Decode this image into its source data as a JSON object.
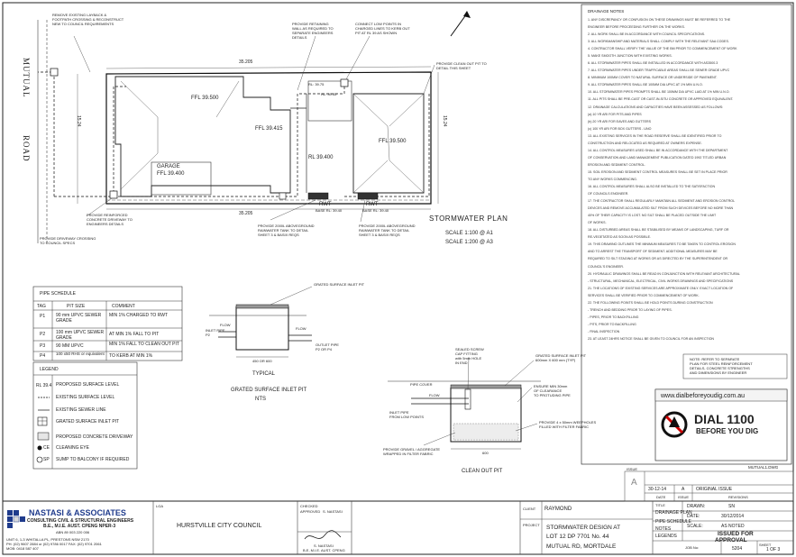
{
  "site": {
    "street_left": "MUTUAL",
    "street_left2": "ROAD",
    "boundary_top": "35.205",
    "boundary_bottom": "35.205",
    "side_left": "15.24",
    "side_right": "15.24",
    "ffl_main": "FFL 39.500",
    "ffl_mid": "FFL 39.415",
    "ffl_right": "FFL 39.500",
    "garage": "GARAGE",
    "ffl_garage": "FFL 39.400",
    "rl_center": "RL 39.400",
    "rwt_left": "RWT",
    "rwt_right": "RWT",
    "rwt_left_rl": "BASE RL: 39.40",
    "rwt_right_rl": "BASE RL: 39.40",
    "pit_tl": "RL: 39.75",
    "pit_tr": "RL: 39.45",
    "drainage": "STORMWATER PLAN",
    "scale_a1": "SCALE 1:100 @ A1",
    "scale_a3": "SCALE 1:200 @ A3"
  },
  "callouts": {
    "c1": "REMOVE EXISTING LAYBACK &",
    "c1b": "FOOTPATH CROSSING & RECONSTRUCT",
    "c1c": "NEW TO COUNCIL REQUIREMENTS",
    "c2": "PROVIDE RETAINING",
    "c2b": "WALL AS REQUIRED TO",
    "c2c": "SEPARATE ENGINEERS",
    "c2d": "DETAILS",
    "c3": "CONNECT LOW POINTS IN",
    "c3b": "CHARGED LINES TO KERB OUT",
    "c3c": "PIT AT RL 39 AS SHOWN",
    "c4": "PROVIDE CLEAN OUT PIT TO",
    "c4b": "DETAIL THIS SHEET",
    "c5": "PROVIDE REINFORCED",
    "c5b": "CONCRETE DRIVEWAY TO",
    "c5c": "ENGINEERS DETAILS",
    "c6": "PROVIDE DRIVEWAY CROSSING",
    "c6b": "TO COUNCIL SPECS",
    "c7": "PROVIDE 2000L ABOVEGROUND",
    "c7b": "RAINWATER TANK TO DETAIL",
    "c7c": "SHEET 3 & BASIX REQS",
    "c8": "PROVIDE 2000L ABOVEGROUND",
    "c8b": "RAINWATER TANK TO DETAIL",
    "c8c": "SHEET 3 & BASIX REQS"
  },
  "pipe_schedule": {
    "title": "PIPE SCHEDULE",
    "headers": [
      "TAG",
      "PIT SIZE",
      "COMMENT"
    ],
    "rows": [
      {
        "tag": "P1",
        "size": "90 mm UPVC SEWER GRADE",
        "comment": "MIN 1% CHARGED TO RWT"
      },
      {
        "tag": "P2",
        "size": "100 mm UPVC SEWER GRADE",
        "comment": "AT MIN 1% FALL TO PIT"
      },
      {
        "tag": "P3",
        "size": "90 MM UPVC",
        "comment": "MIN 1% FALL TO CLEAN OUT PIT"
      },
      {
        "tag": "P4",
        "size": "100 x50 RHS or equivalent",
        "comment": "TO KERB AT MIN 1%"
      }
    ]
  },
  "legend": {
    "title": "LEGEND",
    "items": [
      {
        "sym": "RL 39.4",
        "text": "PROPOSED SURFACE LEVEL"
      },
      {
        "sym": "",
        "text": "EXISTING SURFACE LEVEL"
      },
      {
        "sym": "",
        "text": "EXISTING SEWER LINE"
      },
      {
        "sym": "",
        "text": "GRATED SURFACE INLET PIT"
      },
      {
        "sym": "",
        "text": "PROPOSED CONCRETE DRIVEWAY"
      },
      {
        "sym": "CE",
        "text": "CLEANING EYE"
      },
      {
        "sym": "SP",
        "text": "SUMP TO BALCONY IF REQUIRED"
      }
    ]
  },
  "pit_detail": {
    "title1": "GRATED SURFACE INLET PIT",
    "label_typ": "TYPICAL",
    "title2": "GRATED SURFACE INLET PIT",
    "nts": "NTS",
    "inlet": "INLET PIPE",
    "inlet_b": "P2",
    "outlet": "OUTLET PIPE",
    "outlet_b": "P2 OR P4",
    "flow": "FLOW",
    "dim": "450 OR 600"
  },
  "clean_out": {
    "sealed": "SEALED SCREW",
    "sealed_b": "CAP FITTING",
    "sealed_c": "with 5mm HOLE",
    "sealed_d": "IN END",
    "grated": "GRATED SURFACE INLET PIT",
    "grated_b": "600mm X 600 mm (TYP)",
    "pipe_cover": "PIPE COVER",
    "flow": "FLOW",
    "inlet": "INLET PIPE",
    "inlet_b": "FROM LOW POINTS",
    "ensure": "ENSURE MIN 30mm",
    "ensure_b": "OF CLEARANCE",
    "ensure_c": "TO PROTUDING PIPE",
    "weep": "PROVIDE 4 x 50mm WEEPHOLES",
    "weep_b": "FILLED WITH FILTER FABRIC",
    "gravel": "PROVIDE GRAVEL / AGGREGATE",
    "gravel_b": "WRAPPED IN FILTER FABRIC",
    "dim": "600",
    "title": "CLEAN OUT PIT"
  },
  "drainage_notes": {
    "title": "DRAINAGE NOTES",
    "lines": [
      "1.  ANY DISCREPANCY OR CONFUSION ON THESE DRAWINGS MUST BE REFERRED TO THE",
      "    ENGINEER BEFORE PROCEEDING FURTHER ON THE WORKS.",
      "2.  ALL WORK SHALL BE IN ACCORDANCE WITH COUNCIL SPECIFICATIONS.",
      "3.  ALL WORKMANSHIP AND MATERIALS SHALL COMPLY WITH THE RELEVANT SAA CODES.",
      "4.  CONTRACTOR SHALL VERIFY THE VALUE OF THE BM PRIOR TO COMMENCEMENT OF WORK",
      "5.  MAKE SMOOTH JUNCTION WITH EXISTING WORKS.",
      "6.  ALL STORMWATER PIPES SHALL BE INSTALLED IN ACCORDANCE WITH AS3500.3",
      "7.  ALL STORMWATER PIPES UNDER TRAFFICABLE AREAS SHALL BE SEWER GRADE UPVC",
      "8.  MINIMUM 100MM COVER TO NATURAL SURFACE OR UNDERSIDE OF PAVEMENT.",
      "9.  ALL STORMWATER PIPES SHALL BE 100MM DIA UPVC AT 1% MIN U.N.O.",
      "10. ALL STORMWATER PIPES PROMPTS SHALL BE 100MM DIA UPVC LAID AT 1% MIN U.N.O.",
      "11. ALL PITS SHALL BE PRE-CAST OR CAST-IN-SITU CONCRETE OR APPROVED EQUIVALENT.",
      "12. DRAINAGE CALCULATIONS AND CAPACITIES HAVE BEEN ASSESSED AS FOLLOWS:",
      "        (a) 10 YR ARI FOR PITS AND PIPES",
      "        (b) 20 YR ARI FOR EAVES AND GUTTERS",
      "        (c) 100 YR ARI FOR BOX GUTTERS - UNO",
      "13. ALL EXISTING SERVICES IN THE ROAD RESERVE SHALL BE IDENTIFIED PRIOR TO",
      "    CONSTRUCTION AND RELOCATED AS REQUIRED AT OWNERS EXPENSE.",
      "14. ALL CONTROL MEASURES USED SHALL BE IN ACCORDANCE WITH THE DEPARTMENT",
      "    OF CONSERVATION AND LAND MANAGEMENT PUBLICATION DATED 1992 TITLED URBAN",
      "    EROSION AND SEDIMENT CONTROL.",
      "15. SOIL EROSION AND SEDIMENT CONTROL MEASURES SHALL BE SET IN PLACE PRIOR",
      "    TO ANY WORKS COMMENCING.",
      "16. ALL CONTROL MEASURES SHALL ALSO BE INSTALLED TO THE SATISFACTION",
      "    OF COUNCILS ENGINEER.",
      "17. THE CONTRACTOR SHALL REGULARLY MAINTAIN ALL SEDIMENT AND EROSION CONTROL",
      "    DEVICES AND REMOVE ACCUMULATED SILT FROM SUCH DEVICES BEFORE NO MORE THAN",
      "    40% OF THEIR CAPACITY IS LOST. NO SILT SHALL BE PLACED OUTSIDE THE LIMIT",
      "    OF WORKS.",
      "18. ALL DISTURBED AREAS SHALL BE STABILISED BY MEANS OF LANDSCAPING, TURF OR",
      "    RE-VEGETATED AS SOON AS POSSIBLE.",
      "19. THIS DRAWING OUTLINES THE MINIMUM MEASURES TO BE TAKEN TO CONTROL EROSION",
      "    AND TO ARREST THE TRANSPORT OF SEDIMENT. ADDITIONAL MEASURES MAY BE",
      "    REQUIRED TO SILT STAGING AT WORKS OR AS DIRECTED BY THE SUPERINTENDENT OR",
      "    COUNCIL'S ENGINEER.",
      "20. HYDRAULIC DRAWINGS SHALL BE READ IN CONJUNCTION WITH RELEVANT ARCHITECTURAL",
      "    - STRUCTURAL, MECHANICAL, ELECTRICAL, CIVIL WORKS DRAWINGS AND SPECIFICATIONS",
      "21. THE LOCATIONS OF EXISTING SERVICES ARE APPROXIMATE ONLY. EXACT LOCATION OF",
      "    SERVICES SHALL BE VERIFIED PRIOR TO COMMENCEMENT OF WORK.",
      "22. THE FOLLOWING POINTS SHALL BE HOLD POINTS DURING CONSTRUCTION",
      "    - TRENCH AND BEDDING PRIOR TO LAYING OF PIPES.",
      "    - PIPES, PRIOR TO BACKFILLING",
      "    - PITS, PRIOR TO BACKFILLING",
      "    - FINAL INSPECTION",
      "23. AT LEAST 24HRS NOTICE SHALL BE GIVEN TO COUNCIL FOR AN INSPECTION"
    ]
  },
  "note_box": {
    "l1": "NOTE: REFER TO SEPARATE",
    "l2": "PLAN FOR STEEL REINFORCEMENT",
    "l3": "DETAILS, CONCRETE STRENGTHS",
    "l4": "AND DIMENSIONS BY ENGINEER"
  },
  "dbyd": {
    "url": "www.dialbeforeyoudig.com.au",
    "big": "DIAL 1100",
    "small": "BEFORE YOU DIG"
  },
  "file": "MUTUAL1.DWG",
  "revisions": {
    "issue_label": "ISSUE",
    "issue_letter": "A",
    "date": "30-12-14",
    "issue": "A",
    "desc": "ORIGINAL ISSUE",
    "h_date": "DATE",
    "h_issue": "ISSUE",
    "h_rev": "REVISIONS"
  },
  "title_block": {
    "company": "NASTASI & ASSOCIATES",
    "company_sub": "CONSULTING CIVIL & STRUCTURAL ENGINEERS",
    "quals": "B.E., M.I.E. AUST. CPENG NPER-3",
    "abn": "ABN 89 003 220 006",
    "addr1": "UNIT 6, 1-3 WHITALLA PL, PRESTONS NSW 2170",
    "addr2": "PH: (02) 9607 2884 or (02) 9786 0017 FAX: (02) 9701 2061",
    "addr3": "MOB: 0418 587 407",
    "lga_label": "LGA",
    "lga": "HURSTVILLE CITY COUNCIL",
    "checked_label": "CHECKED",
    "approved_label": "APPROVED",
    "approved_by": "S. NASTASI",
    "sign_name": "S. NASTASI",
    "sign_quals": "B.E, M.I.E. AUST. CPENG",
    "client_label": "CLIENT",
    "client": "RAYMOND",
    "project_label": "PROJECT",
    "project1": "STORMWATER DESIGN AT",
    "project2": "LOT 12 DP 7701 No. 44",
    "project3": "MUTUAL RD, MORTDALE",
    "title_label": "TITLE",
    "title1": "DRAINAGE PLAN",
    "title2": "PIPE SCHEDULE",
    "title3": "NOTES",
    "title4": "LEGENDS",
    "drawn_label": "DRAWN:",
    "drawn": "SN",
    "date_label": "DATE:",
    "date": "30/12/2014",
    "scale_label": "SCALE:",
    "scale": "AS NOTED",
    "status1": "ISSUED FOR",
    "status2": "APPROVAL",
    "job_label": "JOB No:",
    "job": "5204",
    "sheet_label": "SHEET",
    "sheet": "1 OF 3"
  }
}
